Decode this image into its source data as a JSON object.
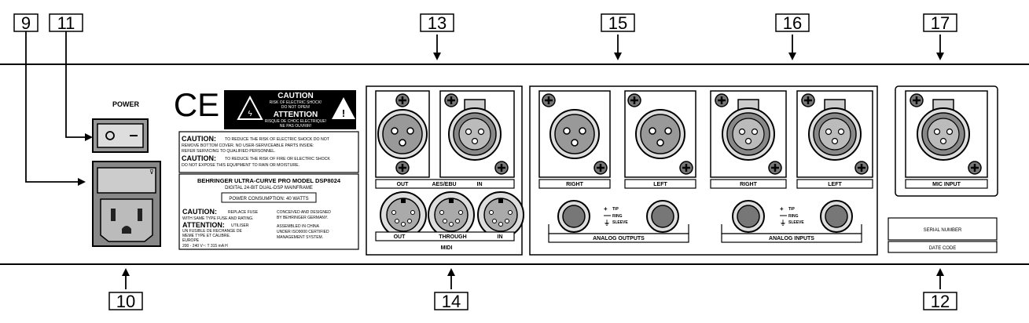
{
  "callouts": {
    "c9": "9",
    "c11": "11",
    "c13": "13",
    "c15": "15",
    "c16": "16",
    "c17": "17",
    "c10": "10",
    "c14": "14",
    "c12": "12"
  },
  "power": {
    "label": "POWER"
  },
  "caution_banner": {
    "caution": "CAUTION",
    "caution_line1": "RISK OF ELECTRIC SHOCK!",
    "caution_line2": "DO NOT OPEN!",
    "attention": "ATTENTION",
    "attention_line1": "RISQUE DE CHOC ELECTRIQUE!",
    "attention_line2": "NE PAS OUVRIR!"
  },
  "ce_mark": "CE",
  "warnings": {
    "w1_head": "CAUTION:",
    "w1_line1": "TO REDUCE THE RISK OF ELECTRIC SHOCK DO NOT",
    "w1_line2": "REMOVE BOTTOM COVER. NO USER-SERVICEABLE PARTS INSIDE:",
    "w1_line3": "REFER SERVICING TO QUALIFIED PERSONNEL.",
    "w2_head": "CAUTION:",
    "w2_line1": "TO REDUCE THE RISK OF FIRE OR ELECTRIC SHOCK",
    "w2_line2": "DO NOT EXPOSE THIS EQUIPMENT TO RAIN OR MOISTURE."
  },
  "model_plate": {
    "title": "BEHRINGER ULTRA-CURVE PRO MODEL DSP8024",
    "subtitle": "DIGITAL 24-BIT DUAL-DSP MAINFRAME",
    "power_consumption": "POWER CONSUMPTION: 40 WATTS",
    "fuse_head": "CAUTION:",
    "fuse_line1": "REPLACE FUSE",
    "fuse_line2": "WITH SAME TYPE FUSE AND RATING.",
    "att_head": "ATTENTION:",
    "att_line1": "UTILISER",
    "att_line2": "UN FUSIBLE DE RECHANGE DE",
    "att_line3": "MEME TYPE ET CALIBRE.",
    "europe": "EUROPE",
    "rating": "200 - 240 V~: T 315 mA H",
    "designed_line1": "CONCEIVED AND DESIGNED",
    "designed_line2": "BY BEHRINGER GERMANY.",
    "assembled_line1": "ASSEMBLED IN CHINA",
    "assembled_line2": "UNDER ISO9000 CERTIFIED",
    "assembled_line3": "MANAGEMENT SYSTEM."
  },
  "aes": {
    "out": "OUT",
    "name": "AES/EBU",
    "in": "IN"
  },
  "midi": {
    "out": "OUT",
    "through": "THROUGH",
    "in": "IN",
    "name": "MIDI"
  },
  "analog_outputs": {
    "right": "RIGHT",
    "left": "LEFT",
    "name": "ANALOG OUTPUTS"
  },
  "analog_inputs": {
    "right": "RIGHT",
    "left": "LEFT",
    "name": "ANALOG INPUTS"
  },
  "trs_legend": {
    "tip": "TIP",
    "ring": "RING",
    "sleeve": "SLEEVE"
  },
  "mic": {
    "label": "MIC INPUT"
  },
  "serial": {
    "label": "SERIAL NUMBER"
  },
  "date_code": {
    "label": "DATE CODE"
  }
}
